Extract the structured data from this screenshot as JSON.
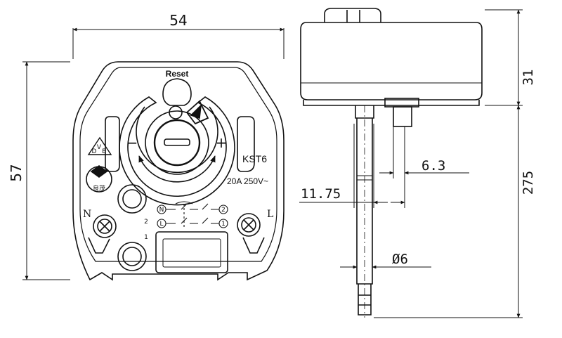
{
  "front_view": {
    "width_dim": "54",
    "height_dim": "57",
    "reset_label": "Reset",
    "minus_label": "−",
    "plus_label": "+",
    "model_label": "KST6",
    "rating_label": "20A  250V~",
    "neutral_label": "N",
    "live_label": "L",
    "brand_label": "良茂",
    "cert_letters": [
      "V",
      "D",
      "E"
    ],
    "terminal_n": "N",
    "terminal_l": "L",
    "contact_1": "1",
    "contact_2": "2",
    "contact_side_1": "1",
    "contact_side_2": "2"
  },
  "side_view": {
    "height_dim": "31",
    "probe_length_dim": "275",
    "pin_width_dim": "6.3",
    "probe_width_dim": "11.75",
    "probe_diameter_dim": "Ø6"
  }
}
